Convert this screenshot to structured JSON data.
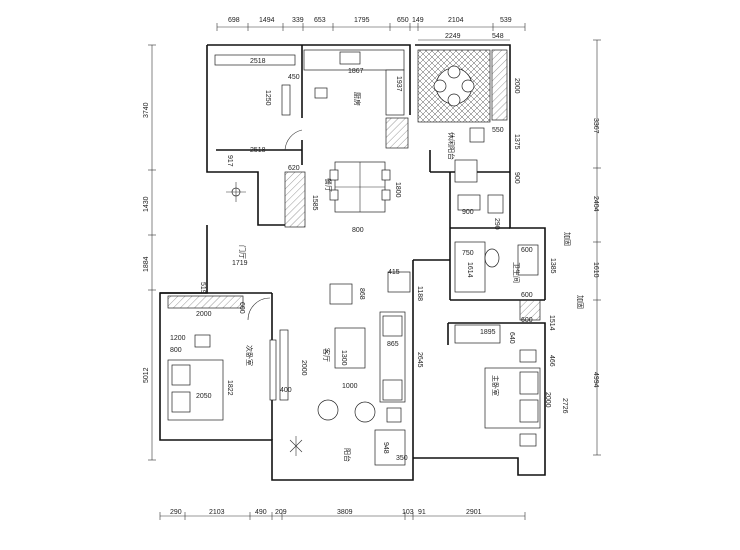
{
  "dimensions": {
    "top_outer": [
      "698",
      "1494",
      "339",
      "653",
      "1795",
      "650",
      "149",
      "2104",
      "539"
    ],
    "top_inner": [
      "2249",
      "548"
    ],
    "bottom": [
      "290",
      "2103",
      "490",
      "209",
      "3809",
      "103",
      "91",
      "2901"
    ],
    "left": [
      "3740",
      "1430",
      "1884",
      "5012"
    ],
    "right": [
      "3367",
      "2404",
      "1610",
      "4994"
    ]
  },
  "labels": {
    "d2518a": "2518",
    "d1867": "1867",
    "d450": "450",
    "d1250": "1250",
    "d1937": "1937",
    "d2000a": "2000",
    "d550": "550",
    "d1375": "1375",
    "d2518b": "2518",
    "d917": "917",
    "d620": "620",
    "d1585": "1585",
    "d1800a": "1800",
    "d800a": "800",
    "d900a": "900",
    "d900b": "900",
    "d290": "290",
    "d750": "750",
    "d1614": "1614",
    "d600a": "600",
    "d1385": "1385",
    "d1719": "1719",
    "d415": "415",
    "d868": "868",
    "d1188": "1188",
    "d1514": "1514",
    "d600b": "600",
    "d1895": "1895",
    "d640": "640",
    "d2000b": "2000",
    "d600c": "600",
    "d1200": "1200",
    "d800b": "800",
    "d1300": "1300",
    "d865": "865",
    "d2645": "2645",
    "d2000c": "2000",
    "d1822": "1822",
    "d2050": "2050",
    "d400": "400",
    "d1000": "1000",
    "d466": "466",
    "d2000d": "2000",
    "d2726": "2726",
    "d948": "948",
    "d350": "350",
    "d519": "519",
    "d600d": "600"
  },
  "rooms": {
    "kitchen": "厨房",
    "leisure": "休闲阳台",
    "dining": "餐厅",
    "entry": "门厅",
    "living": "客厅",
    "second_bed": "次卧室",
    "master_bed": "主卧室",
    "balcony": "阳台",
    "bath": "卫生间",
    "niche": "加固",
    "niche2": "加固"
  }
}
